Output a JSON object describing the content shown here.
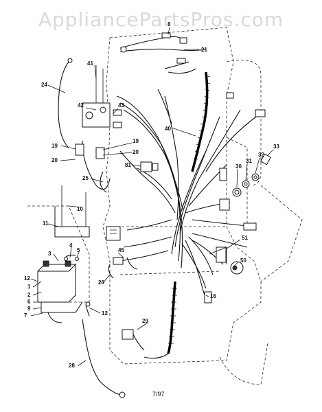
{
  "watermark": "AppliancePartsPros.com",
  "date_code": "7/97",
  "callouts": [
    "8",
    "21",
    "41",
    "24",
    "42",
    "43",
    "40",
    "19",
    "20",
    "19",
    "20",
    "81",
    "25",
    "33",
    "32",
    "31",
    "30",
    "10",
    "11",
    "51",
    "3",
    "4",
    "5",
    "45",
    "50",
    "12",
    "26",
    "16",
    "1",
    "2",
    "6",
    "9",
    "7",
    "12",
    "29",
    "28"
  ]
}
